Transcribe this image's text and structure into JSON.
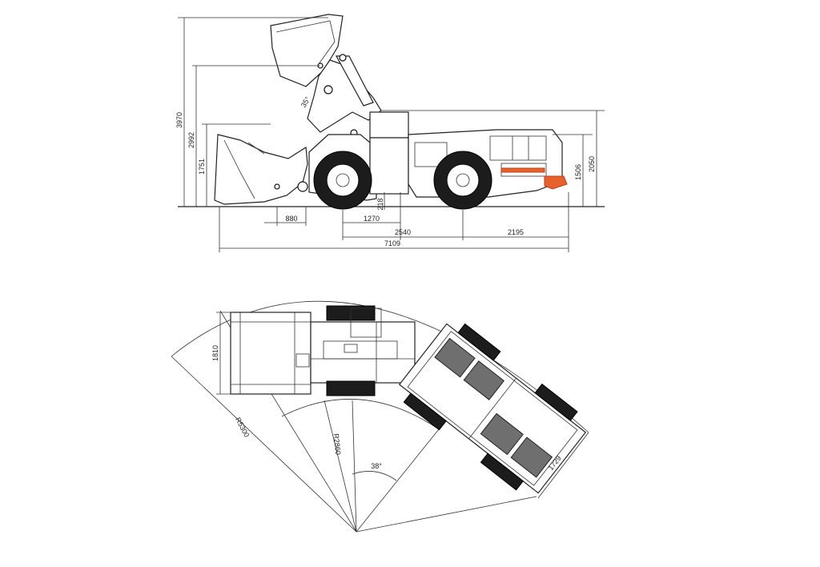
{
  "side_view": {
    "heights": {
      "h_total": "3970",
      "h_pin": "2992",
      "h_bucket": "1751",
      "h_cab": "2050",
      "h_rear": "1506"
    },
    "lengths": {
      "l_bucket": "880",
      "l_front": "1270",
      "ground": "218",
      "wheelbase": "2540",
      "rear": "2195",
      "overall": "7109"
    },
    "dump_angle": "35°"
  },
  "top_view": {
    "bucket_width": "1810",
    "outer_radius": "R5300",
    "inner_radius": "R2860",
    "articulation_angle": "38°",
    "body_width": "1729"
  },
  "colors": {
    "accent": "#e8602c",
    "line": "#222222",
    "tire": "#1c1c1c"
  }
}
